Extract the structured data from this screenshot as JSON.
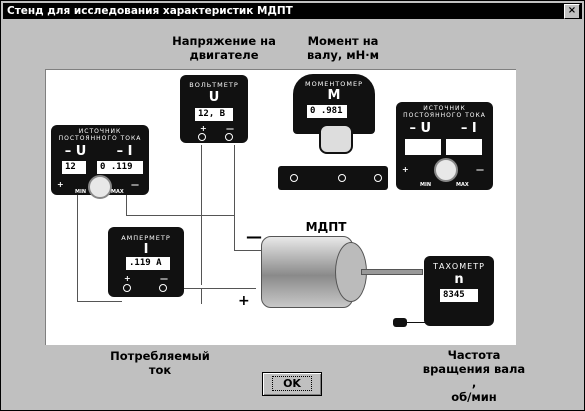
{
  "window": {
    "title": "Стенд для исследования характеристик МДПТ",
    "close_glyph": "×"
  },
  "captions": {
    "voltage": "Напряжение на\nдвигателе",
    "torque": "Момент на\nвалу, мН·м",
    "motor": "МДПТ",
    "current": "Потребляемый\nток",
    "speed": "Частота\nвращения вала ,\nоб/мин"
  },
  "voltmeter": {
    "name": "ВОЛЬТМЕТР",
    "symbol": "U",
    "value": "12, В",
    "plus": "+",
    "minus": "—"
  },
  "torquemeter": {
    "name": "МОМЕНТОМЕР",
    "symbol": "М",
    "value": "0 .981"
  },
  "source_left": {
    "name": "ИСТОЧНИК ПОСТОЯННОГО ТОКА",
    "u_label": "– U",
    "i_label": "– I",
    "u_value": "12",
    "i_value": "0 .119 А",
    "min": "MIN",
    "max": "MAX",
    "plus": "+",
    "minus": "—"
  },
  "source_right": {
    "name": "ИСТОЧНИК ПОСТОЯННОГО ТОКА",
    "u_label": "– U",
    "i_label": "– I",
    "u_value": "",
    "i_value": "",
    "min": "MIN",
    "max": "MAX",
    "plus": "+",
    "minus": "—"
  },
  "ammeter": {
    "name": "АМПЕРМЕТР",
    "symbol": "I",
    "value": ".119 А",
    "plus": "+",
    "minus": "—"
  },
  "tachometer": {
    "name": "ТАХОМЕТР",
    "symbol": "n",
    "value": "8345"
  },
  "motor_terminals": {
    "minus": "—",
    "plus": "+"
  },
  "ok_button": {
    "label": "OK"
  }
}
